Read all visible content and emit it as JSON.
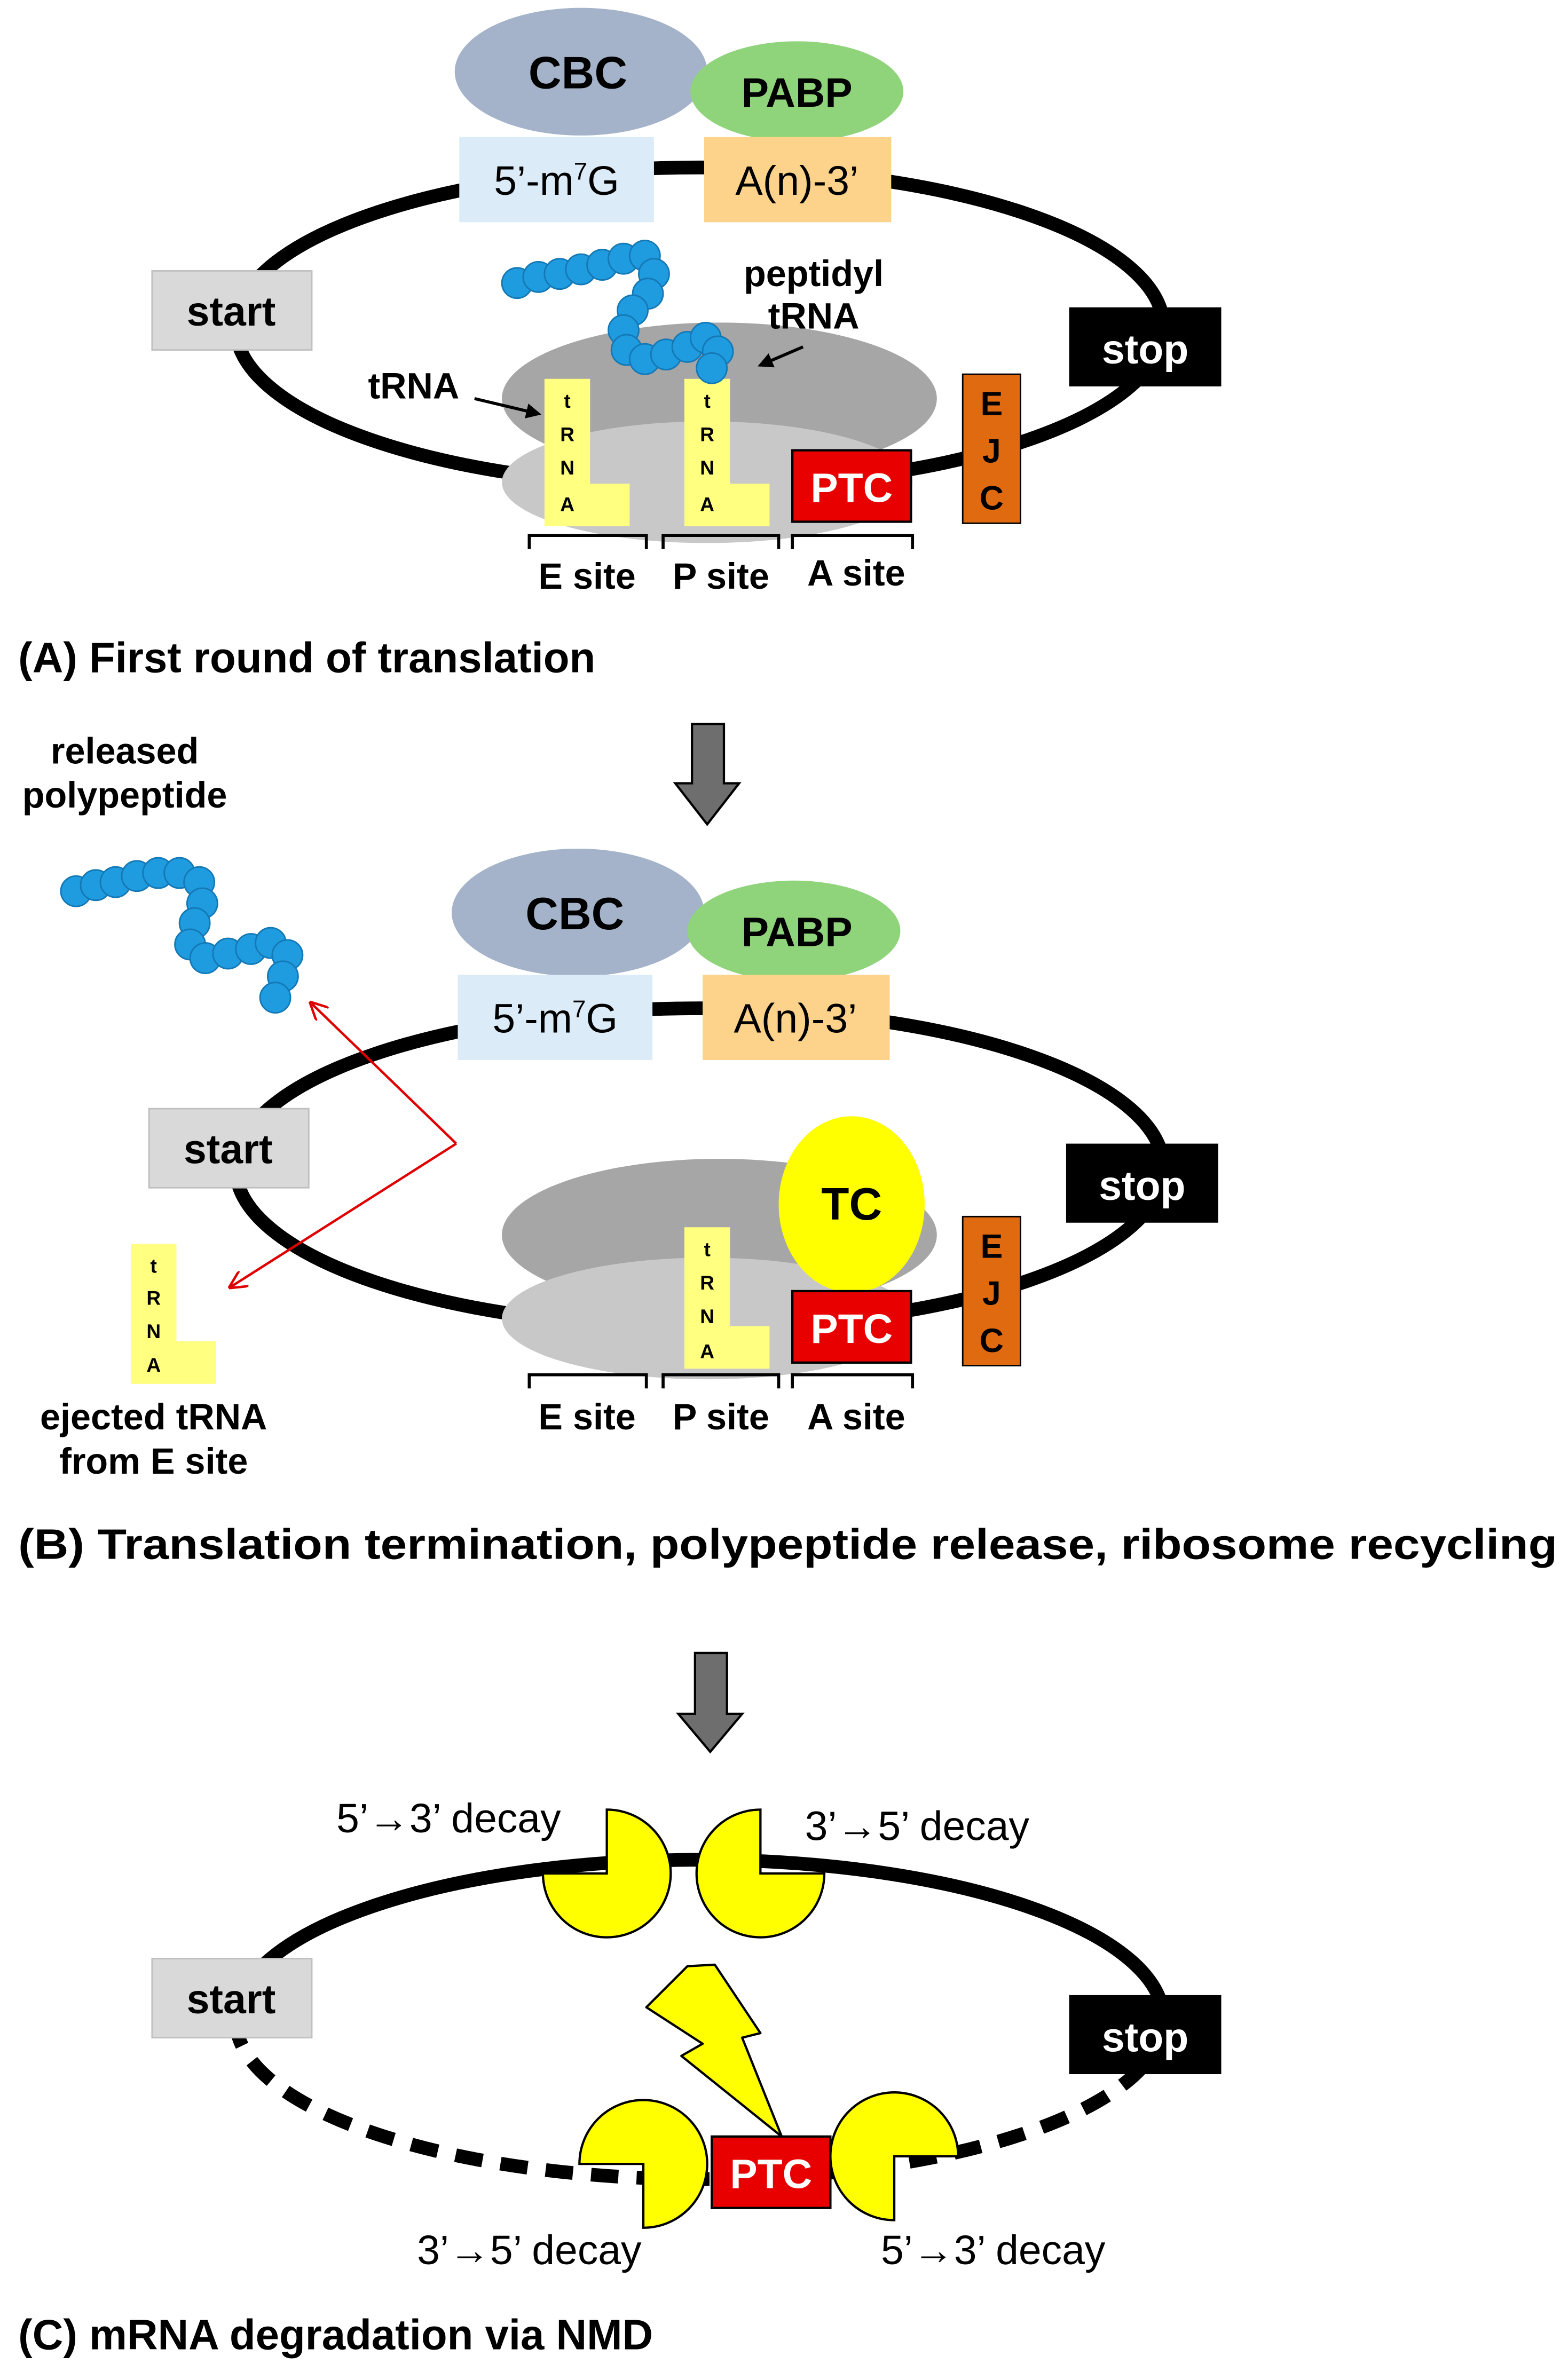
{
  "panelA": {
    "title": "(A) First round of translation",
    "cbc": "CBC",
    "pabp": "PABP",
    "cap": "5’-m",
    "cap_sup": "7",
    "cap_end": "G",
    "polyA": "A(n)-3’",
    "start": "start",
    "stop": "stop",
    "peptidyl_label_1": "peptidyl",
    "peptidyl_label_2": "tRNA",
    "trna_label": "tRNA",
    "ptc": "PTC",
    "ejc": [
      "E",
      "J",
      "C"
    ],
    "trna_letters": [
      "t",
      "R",
      "N",
      "A"
    ],
    "e_site": "E site",
    "p_site": "P site",
    "a_site": "A site"
  },
  "panelB": {
    "title": "(B) Translation termination, polypeptide release, ribosome recycling",
    "cbc": "CBC",
    "pabp": "PABP",
    "cap": "5’-m",
    "cap_sup": "7",
    "cap_end": "G",
    "polyA": "A(n)-3’",
    "start": "start",
    "stop": "stop",
    "tc": "TC",
    "ptc": "PTC",
    "ejc": [
      "E",
      "J",
      "C"
    ],
    "trna_letters": [
      "t",
      "R",
      "N",
      "A"
    ],
    "released_1": "released",
    "released_2": "polypeptide",
    "ejected_1": "ejected tRNA",
    "ejected_2": "from E site",
    "e_site": "E site",
    "p_site": "P site",
    "a_site": "A site"
  },
  "panelC": {
    "title": "(C) mRNA degradation via NMD",
    "start": "start",
    "stop": "stop",
    "ptc": "PTC",
    "decay_tl": "5’→3’ decay",
    "decay_tr": "3’→5’ decay",
    "decay_bl": "3’→5’ decay",
    "decay_br": "5’→3’ decay"
  },
  "colors": {
    "cbc": "#a4b3c9",
    "pabp": "#8fd47a",
    "cap_box": "#dcebf8",
    "polyA_box": "#fdd28a",
    "start_box": "#d9d9d9",
    "stop_box": "#000000",
    "ribosome_large": "#a6a6a6",
    "ribosome_small": "#c8c8c8",
    "trna": "#ffff80",
    "ptc": "#e80000",
    "ejc": "#e06a10",
    "tc": "#ffff00",
    "peptide": "#1f9be0",
    "arrow_red": "#e00000",
    "flow_arrow": "#6e6e6e"
  }
}
